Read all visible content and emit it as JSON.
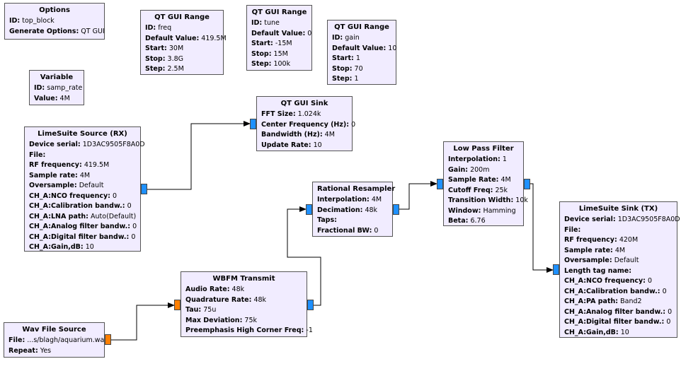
{
  "blocks": {
    "options": {
      "title": "Options",
      "params": [
        {
          "k": "ID:",
          "v": "top_block"
        },
        {
          "k": "Generate Options:",
          "v": "QT GUI"
        }
      ]
    },
    "variable": {
      "title": "Variable",
      "params": [
        {
          "k": "ID:",
          "v": "samp_rate"
        },
        {
          "k": "Value:",
          "v": "4M"
        }
      ]
    },
    "qt_range_freq": {
      "title": "QT GUI Range",
      "params": [
        {
          "k": "ID:",
          "v": "freq"
        },
        {
          "k": "Default Value:",
          "v": "419.5M"
        },
        {
          "k": "Start:",
          "v": "30M"
        },
        {
          "k": "Stop:",
          "v": "3.8G"
        },
        {
          "k": "Step:",
          "v": "2.5M"
        }
      ]
    },
    "qt_range_tune": {
      "title": "QT GUI Range",
      "params": [
        {
          "k": "ID:",
          "v": "tune"
        },
        {
          "k": "Default Value:",
          "v": "0"
        },
        {
          "k": "Start:",
          "v": "-15M"
        },
        {
          "k": "Stop:",
          "v": "15M"
        },
        {
          "k": "Step:",
          "v": "100k"
        }
      ]
    },
    "qt_range_gain": {
      "title": "QT GUI Range",
      "params": [
        {
          "k": "ID:",
          "v": "gain"
        },
        {
          "k": "Default Value:",
          "v": "10"
        },
        {
          "k": "Start:",
          "v": "1"
        },
        {
          "k": "Stop:",
          "v": "70"
        },
        {
          "k": "Step:",
          "v": "1"
        }
      ]
    },
    "qt_sink": {
      "title": "QT GUI Sink",
      "params": [
        {
          "k": "FFT Size:",
          "v": "1.024k"
        },
        {
          "k": "Center Frequency (Hz):",
          "v": "0"
        },
        {
          "k": "Bandwidth (Hz):",
          "v": "4M"
        },
        {
          "k": "Update Rate:",
          "v": "10"
        }
      ]
    },
    "lime_source": {
      "title": "LimeSuite Source (RX)",
      "params": [
        {
          "k": "Device serial:",
          "v": "1D3AC9505F8A0D"
        },
        {
          "k": "File:",
          "v": ""
        },
        {
          "k": "RF frequency:",
          "v": "419.5M"
        },
        {
          "k": "Sample rate:",
          "v": "4M"
        },
        {
          "k": "Oversample:",
          "v": "Default"
        },
        {
          "k": "CH_A:NCO frequency:",
          "v": "0"
        },
        {
          "k": "CH_A:Calibration bandw.:",
          "v": "0"
        },
        {
          "k": "CH_A:LNA path:",
          "v": "Auto(Default)"
        },
        {
          "k": "CH_A:Analog filter bandw.:",
          "v": "0"
        },
        {
          "k": "CH_A:Digital filter bandw.:",
          "v": "0"
        },
        {
          "k": "CH_A:Gain,dB:",
          "v": "10"
        }
      ]
    },
    "rational_resampler": {
      "title": "Rational Resampler",
      "params": [
        {
          "k": "Interpolation:",
          "v": "4M"
        },
        {
          "k": "Decimation:",
          "v": "48k"
        },
        {
          "k": "Taps:",
          "v": ""
        },
        {
          "k": "Fractional BW:",
          "v": "0"
        }
      ]
    },
    "low_pass_filter": {
      "title": "Low Pass Filter",
      "params": [
        {
          "k": "Interpolation:",
          "v": "1"
        },
        {
          "k": "Gain:",
          "v": "200m"
        },
        {
          "k": "Sample Rate:",
          "v": "4M"
        },
        {
          "k": "Cutoff Freq:",
          "v": "25k"
        },
        {
          "k": "Transition Width:",
          "v": "10k"
        },
        {
          "k": "Window:",
          "v": "Hamming"
        },
        {
          "k": "Beta:",
          "v": "6.76"
        }
      ]
    },
    "lime_sink": {
      "title": "LimeSuite Sink (TX)",
      "params": [
        {
          "k": "Device serial:",
          "v": "1D3AC9505F8A0D"
        },
        {
          "k": "File:",
          "v": ""
        },
        {
          "k": "RF frequency:",
          "v": "420M"
        },
        {
          "k": "Sample rate:",
          "v": "4M"
        },
        {
          "k": "Oversample:",
          "v": "Default"
        },
        {
          "k": "Length tag name:",
          "v": ""
        },
        {
          "k": "CH_A:NCO frequency:",
          "v": "0"
        },
        {
          "k": "CH_A:Calibration bandw.:",
          "v": "0"
        },
        {
          "k": "CH_A:PA path:",
          "v": "Band2"
        },
        {
          "k": "CH_A:Analog filter bandw.:",
          "v": "0"
        },
        {
          "k": "CH_A:Digital filter bandw.:",
          "v": "0"
        },
        {
          "k": "CH_A:Gain,dB:",
          "v": "10"
        }
      ]
    },
    "wbfm_transmit": {
      "title": "WBFM Transmit",
      "params": [
        {
          "k": "Audio Rate:",
          "v": "48k"
        },
        {
          "k": "Quadrature Rate:",
          "v": "48k"
        },
        {
          "k": "Tau:",
          "v": "75u"
        },
        {
          "k": "Max Deviation:",
          "v": "75k"
        },
        {
          "k": "Preemphasis High Corner Freq:",
          "v": "-1"
        }
      ]
    },
    "wav_source": {
      "title": "Wav File Source",
      "params": [
        {
          "k": "File:",
          "v": "...s/blagh/aquarium.wav"
        },
        {
          "k": "Repeat:",
          "v": "Yes"
        }
      ]
    }
  },
  "colors": {
    "block_bg": "#f1ecff",
    "complex_port": "#1e90ff",
    "float_port": "#ff7f00"
  },
  "connections": [
    {
      "from": "lime_source",
      "to": "qt_sink"
    },
    {
      "from": "wav_source",
      "to": "wbfm_transmit"
    },
    {
      "from": "wbfm_transmit",
      "to": "rational_resampler"
    },
    {
      "from": "rational_resampler",
      "to": "low_pass_filter"
    },
    {
      "from": "low_pass_filter",
      "to": "lime_sink"
    }
  ]
}
